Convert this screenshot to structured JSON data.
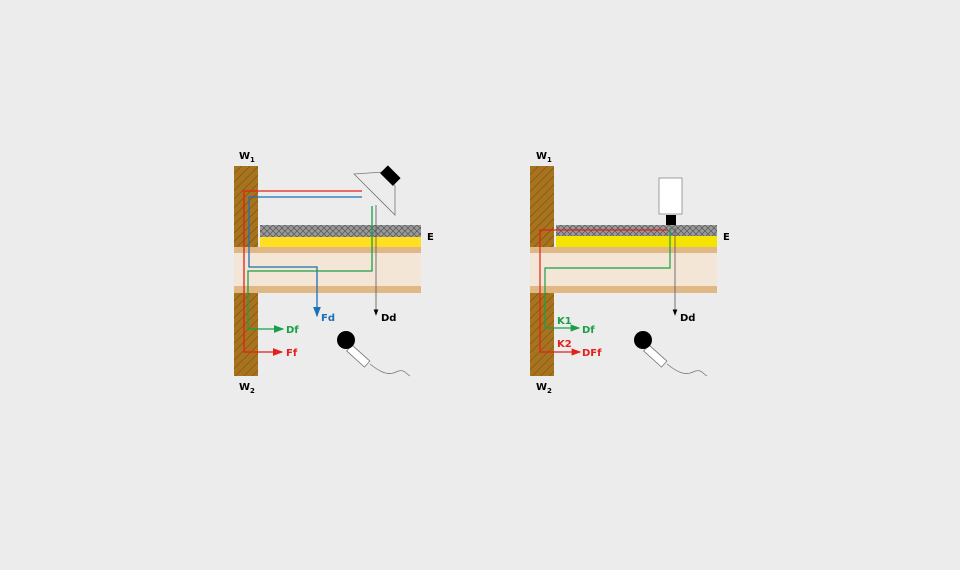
{
  "colors": {
    "background": "#ececec",
    "wall": "#a8731e",
    "board": "#dfb886",
    "core": "#f3e6d6",
    "insulation": "#ffdf20",
    "screed": "#9a9a9a",
    "red": "#e3201b",
    "blue": "#1f6fb5",
    "green": "#19a046",
    "black": "#000000"
  },
  "left": {
    "wall_top": "W",
    "wall_top_sub": "1",
    "wall_bottom": "W",
    "wall_bottom_sub": "2",
    "layer": "E",
    "fd": "Fd",
    "dd": "Dd",
    "df": "Df",
    "ff": "Ff"
  },
  "right": {
    "wall_top": "W",
    "wall_top_sub": "1",
    "wall_bottom": "W",
    "wall_bottom_sub": "2",
    "layer": "E",
    "dd": "Dd",
    "k1": "K1",
    "k2": "K2",
    "df": "Df",
    "dff": "DFf"
  }
}
